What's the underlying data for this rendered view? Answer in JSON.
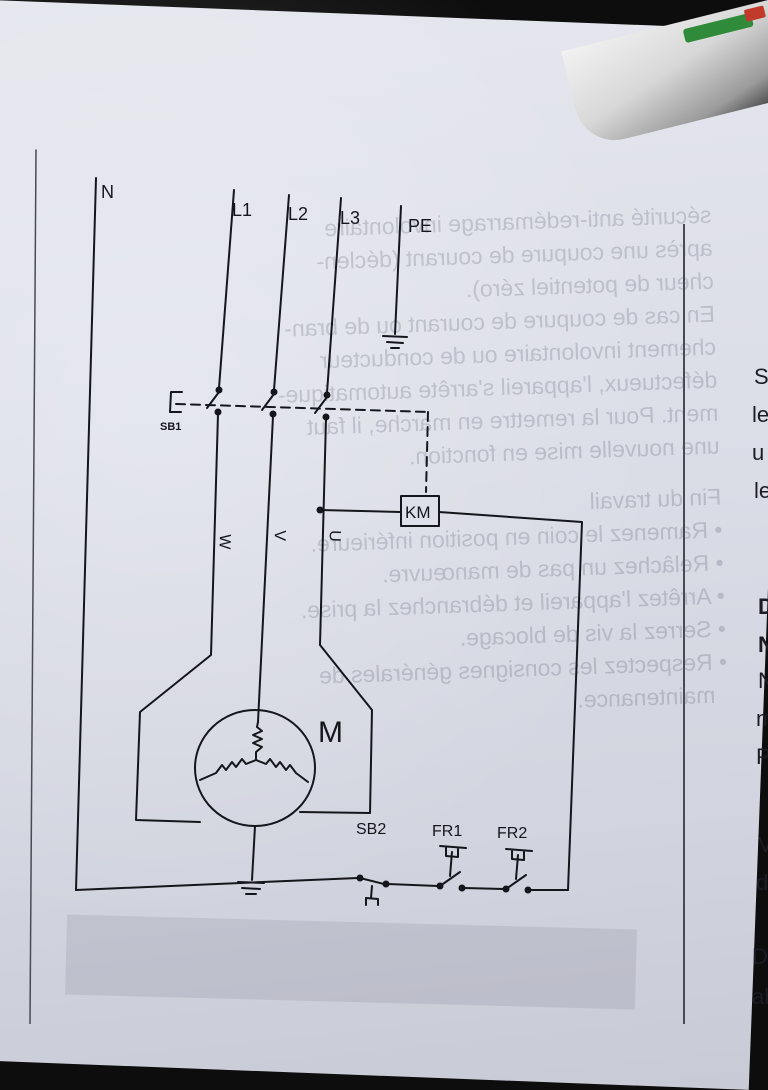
{
  "diagram": {
    "labels": {
      "neutral": "N",
      "phase1": "L1",
      "phase2": "L2",
      "phase3": "L3",
      "earth": "PE",
      "switch": "SB1",
      "contactor": "KM",
      "wire_w": "W",
      "wire_v": "V",
      "wire_u": "U",
      "motor": "M",
      "stop_button": "SB2",
      "relay1": "FR1",
      "relay2": "FR2"
    }
  },
  "right_column": {
    "lines": [
      {
        "text": "S",
        "bold": false
      },
      {
        "text": "le",
        "bold": false
      },
      {
        "text": "u",
        "bold": false
      },
      {
        "text": "le",
        "bold": false
      },
      {
        "text": "D",
        "bold": true
      },
      {
        "text": "N",
        "bold": true
      },
      {
        "text": "N",
        "bold": false
      },
      {
        "text": "m",
        "bold": false
      },
      {
        "text": "P",
        "bold": false
      },
      {
        "text": "Ve",
        "bold": false
      },
      {
        "text": "de",
        "bold": false
      },
      {
        "text": "De",
        "bold": false
      },
      {
        "text": "ab",
        "bold": false
      }
    ]
  },
  "reverse_side_text": [
    "sécurité anti-redémarrage involontaire",
    "après une coupure de courant (déclen-",
    "cheur de potentiel zéro).",
    "En cas de coupure de courant ou de bran-",
    "chement involontaire ou de conducteur",
    "défectueux, l'appareil s'arrête automatique-",
    "ment. Pour la remettre en marche, il faut",
    "une nouvelle mise en fonction.",
    "",
    "Fin du travail",
    "• Ramenez le coin en position inférieure.",
    "• Relâchez un pas de manœuvre.",
    "• Arrêtez l'appareil et débranchez la prise.",
    "• Serrez la vis de blocage.",
    "• Respectez les consignes générales de",
    "  maintenance."
  ],
  "colors": {
    "ink": "#15151c",
    "paper": "#dcdee8"
  }
}
